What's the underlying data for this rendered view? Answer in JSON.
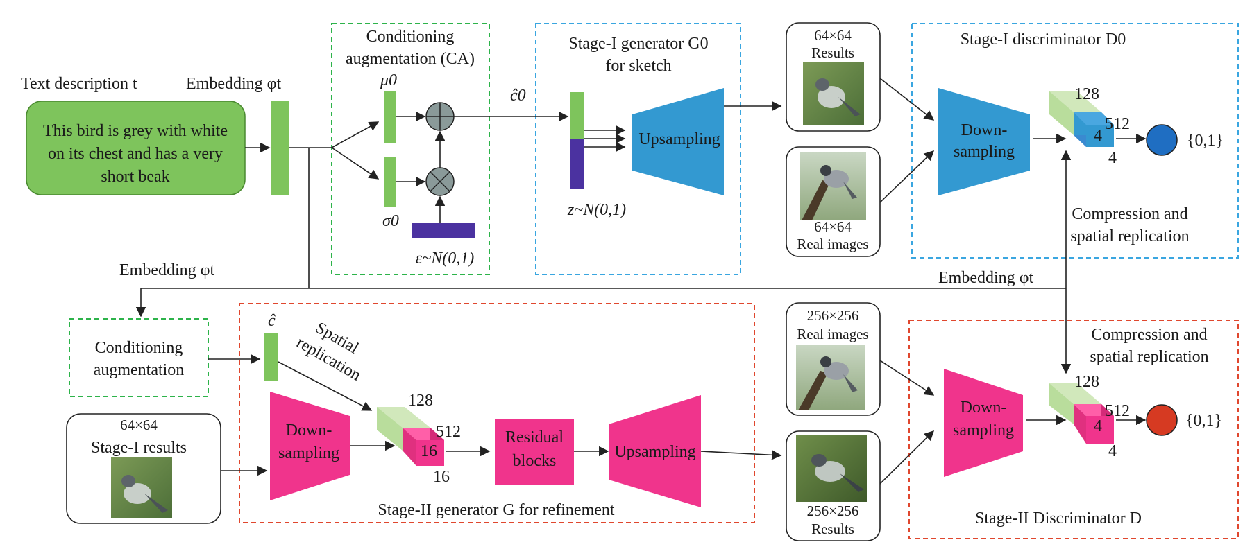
{
  "stage1": {
    "text_title": "Text description t",
    "text_content": [
      "This bird is grey with white",
      "on its chest and has a very",
      "short beak"
    ],
    "embedding": "Embedding φt",
    "ca_title": [
      "Conditioning",
      "augmentation (CA)"
    ],
    "mu": "μ0",
    "sigma": "σ0",
    "epsilon": "ε~N(0,1)",
    "c_hat0": "ĉ0",
    "gen_title": [
      "Stage-I generator G0",
      "for sketch"
    ],
    "z": "z~N(0,1)",
    "upsampling": "Upsampling",
    "results": [
      "64×64",
      "Results"
    ],
    "real": [
      "64×64",
      "Real images"
    ],
    "disc_title": "Stage-I discriminator D0",
    "downsampling": [
      "Down-",
      "sampling"
    ],
    "dims": [
      "128",
      "512",
      "4",
      "4"
    ],
    "output": "{0,1}",
    "compression": [
      "Compression and",
      "spatial replication"
    ]
  },
  "stage2": {
    "embedding_left": "Embedding φt",
    "embedding_right": "Embedding φt",
    "ca": [
      "Conditioning",
      "augmentation"
    ],
    "c_hat": "ĉ",
    "spatial": [
      "Spatial",
      "replication"
    ],
    "stage1_results": [
      "64×64",
      "Stage-I results"
    ],
    "downsampling": [
      "Down-",
      "sampling"
    ],
    "gen_dims": [
      "128",
      "512",
      "16",
      "16"
    ],
    "residual": [
      "Residual",
      "blocks"
    ],
    "upsampling": "Upsampling",
    "gen_title": "Stage-II generator G for refinement",
    "real": [
      "256×256",
      "Real images"
    ],
    "results": [
      "256×256",
      "Results"
    ],
    "disc_downsampling": [
      "Down-",
      "sampling"
    ],
    "disc_dims": [
      "128",
      "512",
      "4",
      "4"
    ],
    "compression": [
      "Compression and",
      "spatial replication"
    ],
    "output": "{0,1}",
    "disc_title": "Stage-II Discriminator D"
  },
  "colors": {
    "green": "#7ec45c",
    "purple": "#4b32a0",
    "blue": "#3399d1",
    "pink": "#f0348c",
    "red_out": "#d63a22",
    "blue_out": "#1f6ec2",
    "box_green": "#2db34a",
    "box_blue": "#3aa6e0",
    "box_red": "#e0472e"
  }
}
